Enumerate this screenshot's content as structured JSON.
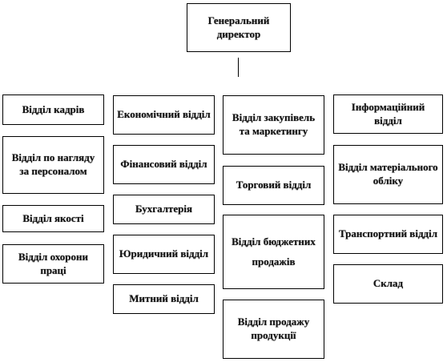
{
  "title": "Генеральний директор",
  "columns": [
    [
      "Відділ кадрів",
      "Відділ по нагляду за персоналом",
      "Відділ якості",
      "Відділ охорони праці"
    ],
    [
      "Економічний відділ",
      "Фінансовий відділ",
      "Бухгалтерія",
      "Юридичний відділ",
      "Митний відділ"
    ],
    [
      "Відділ закупівель та маркетингу",
      "Торговий відділ",
      "Відділ бюджетних продажів",
      "Відділ продажу продукції"
    ],
    [
      "Інформаційний відділ",
      "Відділ матеріального обліку",
      "Транспортний відділ",
      "Склад"
    ]
  ]
}
